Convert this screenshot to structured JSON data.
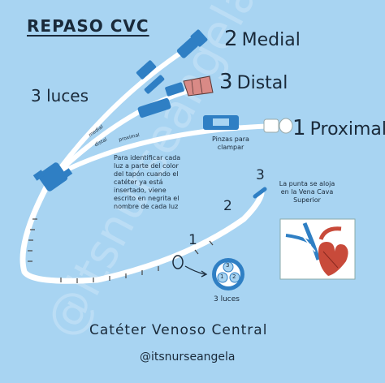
{
  "title": "REPASO CVC",
  "lumens_total_label": "3 luces",
  "lumens": [
    {
      "number": "2",
      "name": "Medial",
      "color": "#2f7fc4"
    },
    {
      "number": "3",
      "name": "Distal",
      "color": "#d98a86"
    },
    {
      "number": "1",
      "name": "Proximal",
      "color": "#ffffff"
    }
  ],
  "line_tags": {
    "medial": "medial",
    "distal": "distal",
    "proximal": "proximal"
  },
  "clamp_label": "Pinzas para clampar",
  "identify_note": "Para identificar cada luz a parte del color del tapón cuando el catéter ya está insertado, viene escrito en negrita el nombre de cada luz",
  "tip_numbers": [
    "1",
    "2",
    "3"
  ],
  "tip_note": "La punta se aloja en la Vena Cava Superior",
  "cross_section": {
    "numbers": [
      "3",
      "1",
      "2"
    ],
    "label": "3 luces"
  },
  "caption": "Catéter Venoso Central",
  "handle": "@itsnurseangela",
  "watermark": "@itsnurseangela",
  "colors": {
    "background": "#a8d4f2",
    "catheter_blue": "#2f7fc4",
    "distal_cap": "#d98a86",
    "tube": "#ffffff",
    "text": "#1a2a3a"
  }
}
